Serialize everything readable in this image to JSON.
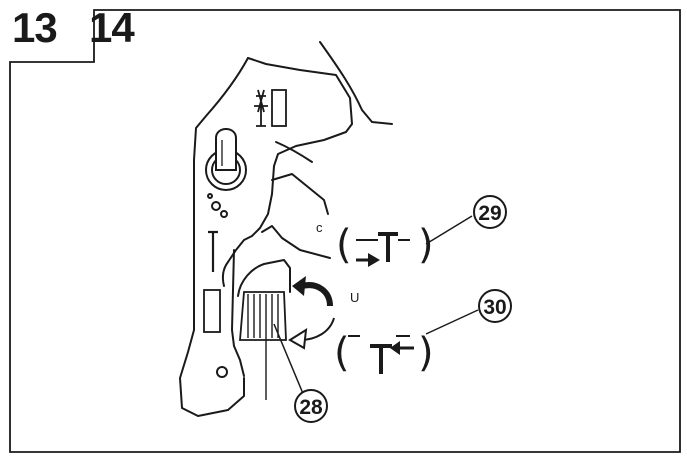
{
  "page_numbers": {
    "left": "13",
    "right": "14"
  },
  "callouts": {
    "c28": "28",
    "c29": "29",
    "c30": "30"
  },
  "parens": {
    "open": "(",
    "close": ")"
  },
  "markings": {
    "upper": "c",
    "lower": "U"
  },
  "colors": {
    "ink": "#1a1a1a",
    "paper": "#ffffff"
  },
  "icons": [
    "thread-tension-icon",
    "needle-symbol-icon",
    "rotate-arrow-icon",
    "thread-loosen-symbol-icon",
    "thread-tighten-symbol-icon"
  ]
}
